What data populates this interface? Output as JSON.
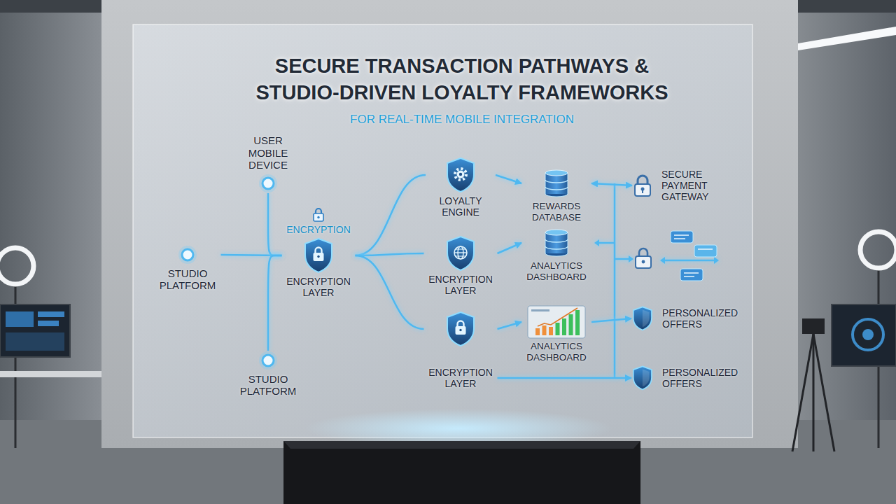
{
  "diagram": {
    "title": "SECURE TRANSACTION PATHWAYS & STUDIO-DRIVEN LOYALTY FRAMEWORKS",
    "nodes": [
      {
        "text": [
          "USER MOBILE DEVICE"
        ]
      },
      {
        "text": [
          "STUDIO PLATFORM"
        ]
      },
      {
        "text": [
          "STUDIO PLATFORM"
        ]
      },
      {
        "text": [
          "ENCRYPTION",
          "ENCRYPTION LAYER"
        ]
      },
      {
        "text": [
          "LOYALTY ENGINE"
        ]
      },
      {
        "text": [
          "ENCRYPTION LAYER"
        ]
      },
      {
        "text": [
          "ENCRYPTION LAYER"
        ]
      },
      {
        "text": [
          "REWARDS DATABASE"
        ]
      },
      {
        "text": [
          "ANALYTICS DASHBOARD"
        ]
      },
      {
        "text": [
          "ANALYTICS DASHBOARD"
        ]
      },
      {
        "text": [
          "SECURE PAYMENT GATEWAY"
        ]
      },
      {
        "text": [
          "PERSONALIZED OFFERS"
        ]
      },
      {
        "text": [
          "PERSONALIZED OFFERS"
        ]
      }
    ],
    "edges": [
      {
        "from": 0,
        "to": 3,
        "arrow": "none"
      },
      {
        "from": 1,
        "to": 3,
        "arrow": "none"
      },
      {
        "from": 2,
        "to": 3,
        "arrow": "none"
      },
      {
        "from": 3,
        "to": 4,
        "arrow": "none"
      },
      {
        "from": 3,
        "to": 5,
        "arrow": "none"
      },
      {
        "from": 3,
        "to": 6,
        "arrow": "none"
      },
      {
        "from": 4,
        "to": 7,
        "arrow": "to"
      },
      {
        "from": 5,
        "to": 8,
        "arrow": "to"
      },
      {
        "from": 6,
        "to": 9,
        "arrow": "to"
      },
      {
        "from": 7,
        "to": 10,
        "arrow": "both"
      },
      {
        "from": 9,
        "to": 11,
        "arrow": "to"
      },
      {
        "from": 6,
        "to": 12,
        "arrow": "to"
      }
    ],
    "labels": [
      "FOR REAL-TIME MOBILE INTEGRATION"
    ]
  }
}
